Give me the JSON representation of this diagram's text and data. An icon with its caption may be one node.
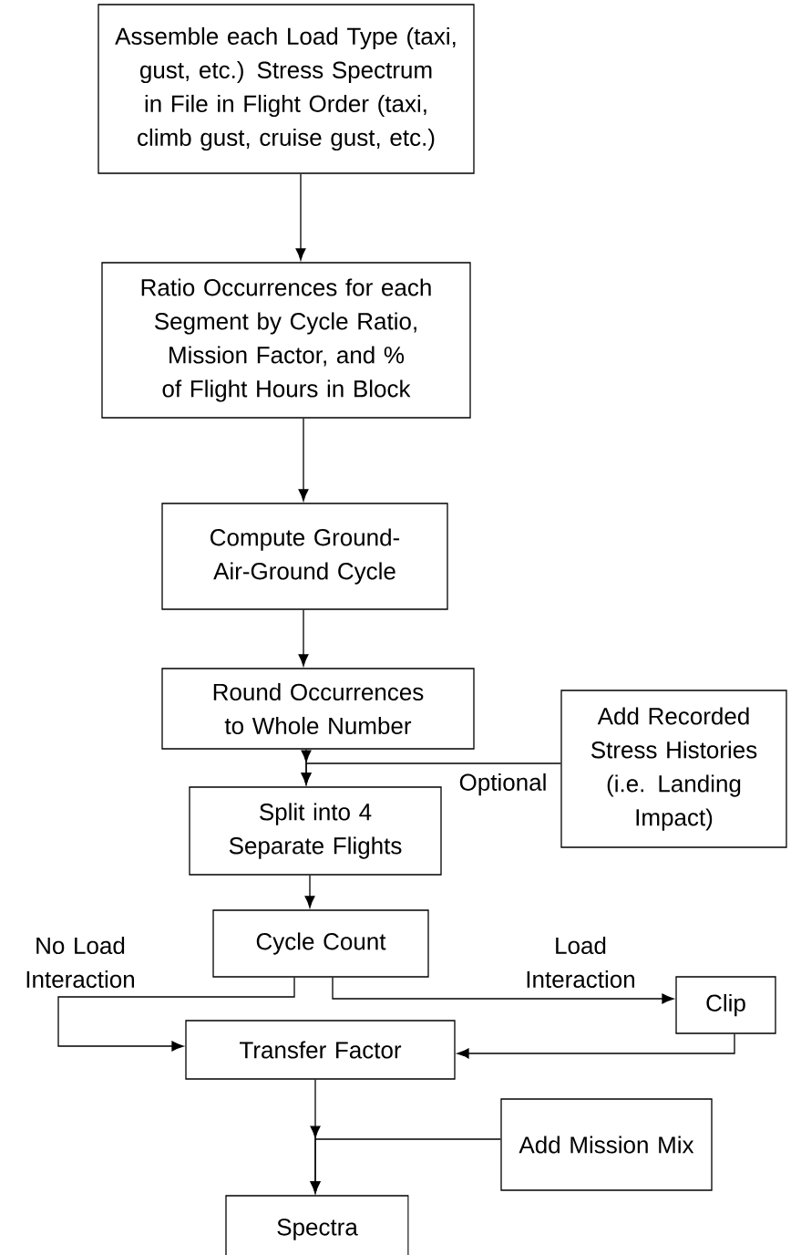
{
  "diagram": {
    "nodes": [
      {
        "text": [
          "Assemble each Load Type (taxi, gust, etc.) Stress Spectrum in File in Flight Order (taxi, climb gust, cruise gust, etc.)"
        ]
      },
      {
        "text": [
          "Ratio Occurrences for each Segment by Cycle Ratio, Mission Factor, and % of Flight Hours in Block"
        ]
      },
      {
        "text": [
          "Compute Ground-Air-Ground Cycle"
        ]
      },
      {
        "text": [
          "Round Occurrences to Whole Number"
        ]
      },
      {
        "text": [
          "Add Recorded Stress Histories (i.e. Landing Impact)"
        ]
      },
      {
        "text": [
          "Split into 4 Separate Flights"
        ]
      },
      {
        "text": [
          "Cycle Count"
        ]
      },
      {
        "text": [
          "Clip"
        ]
      },
      {
        "text": [
          "Transfer Factor"
        ]
      },
      {
        "text": [
          "Add Mission Mix"
        ]
      },
      {
        "text": [
          "Spectra"
        ]
      }
    ],
    "edges": [
      {
        "from": 0,
        "to": 1,
        "arrow": "to"
      },
      {
        "from": 1,
        "to": 2,
        "arrow": "to"
      },
      {
        "from": 2,
        "to": 3,
        "arrow": "to"
      },
      {
        "from": 3,
        "to": 5,
        "arrow": "to"
      },
      {
        "from": 4,
        "to": 5,
        "arrow": "to",
        "label": "Optional"
      },
      {
        "from": 5,
        "to": 6,
        "arrow": "to"
      },
      {
        "from": 6,
        "to": 8,
        "arrow": "to",
        "label": "No Load Interaction"
      },
      {
        "from": 6,
        "to": 7,
        "arrow": "to",
        "label": "Load Interaction"
      },
      {
        "from": 7,
        "to": 8,
        "arrow": "to"
      },
      {
        "from": 8,
        "to": 10,
        "arrow": "to"
      },
      {
        "from": 9,
        "to": 10,
        "arrow": "to"
      }
    ]
  }
}
